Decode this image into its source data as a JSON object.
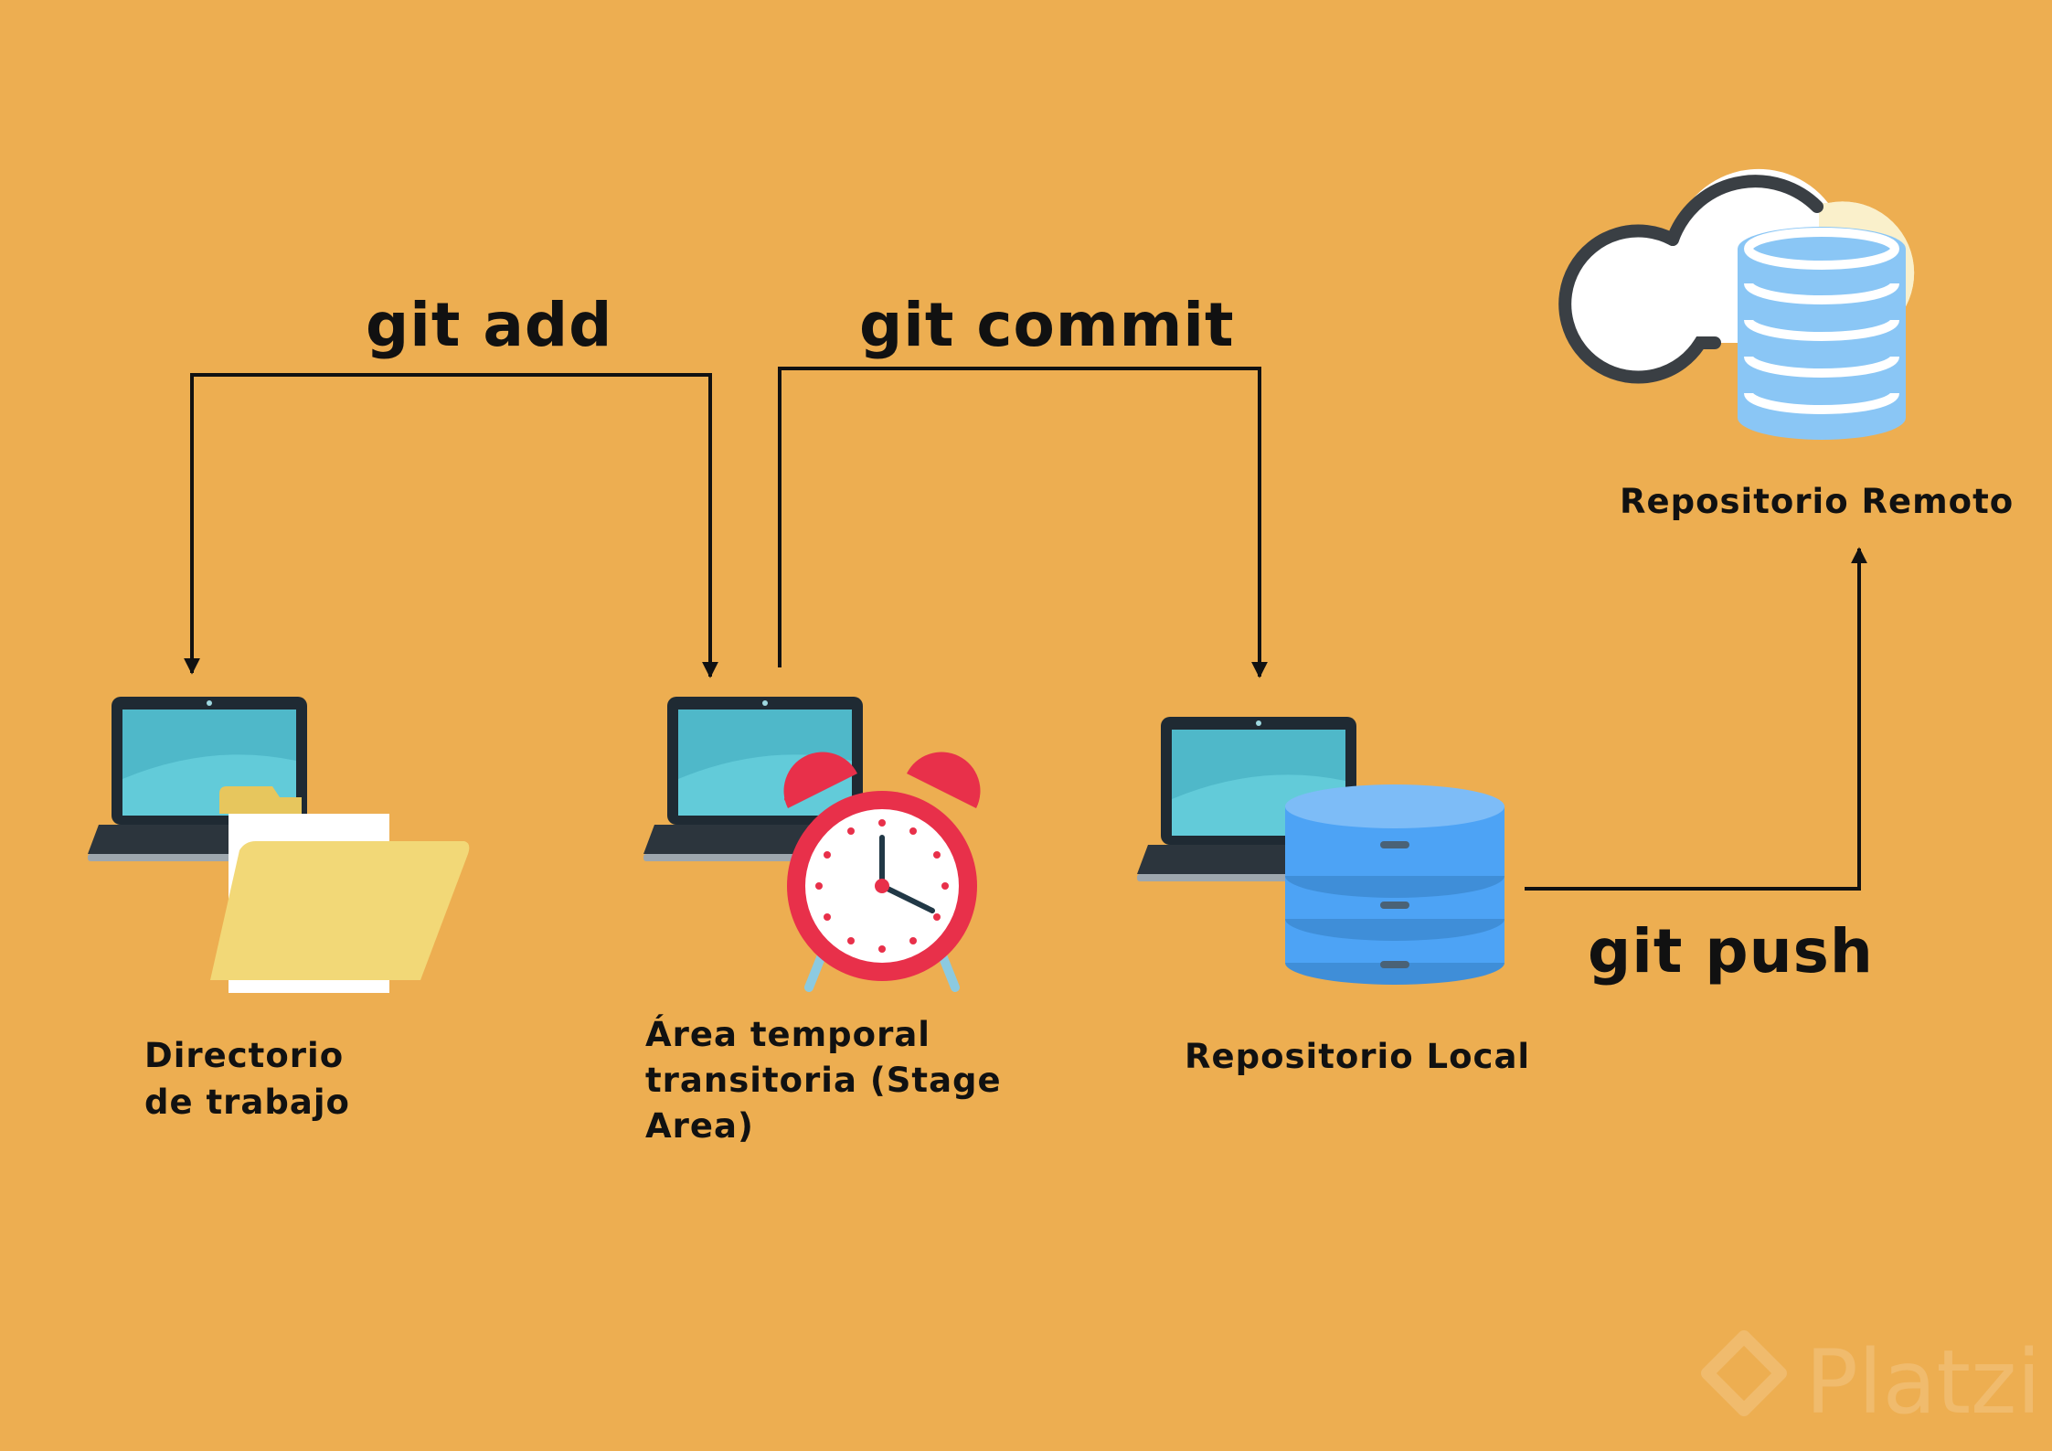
{
  "commands": {
    "add": "git add",
    "commit": "git commit",
    "push": "git push"
  },
  "stages": {
    "working_dir": {
      "line1": "Directorio",
      "line2": "de trabajo",
      "icon": "laptop-folder-icon"
    },
    "staging": {
      "line1": "Área temporal",
      "line2": "transitoria (Stage",
      "line3": "Area)",
      "icon": "laptop-alarm-clock-icon"
    },
    "local_repo": {
      "line1": "Repositorio Local",
      "icon": "laptop-database-icon"
    },
    "remote_repo": {
      "line1": "Repositorio Remoto",
      "icon": "cloud-database-icon"
    }
  },
  "watermark": {
    "text": "Platzi"
  },
  "colors": {
    "background": "#EDAE51",
    "arrow": "#111111",
    "folder": "#F2D877",
    "clock_red": "#E8304A",
    "database_blue": "#4DA3F5",
    "cloud_db_blue": "#8AC6F5",
    "screen": "#4FB8C9"
  }
}
